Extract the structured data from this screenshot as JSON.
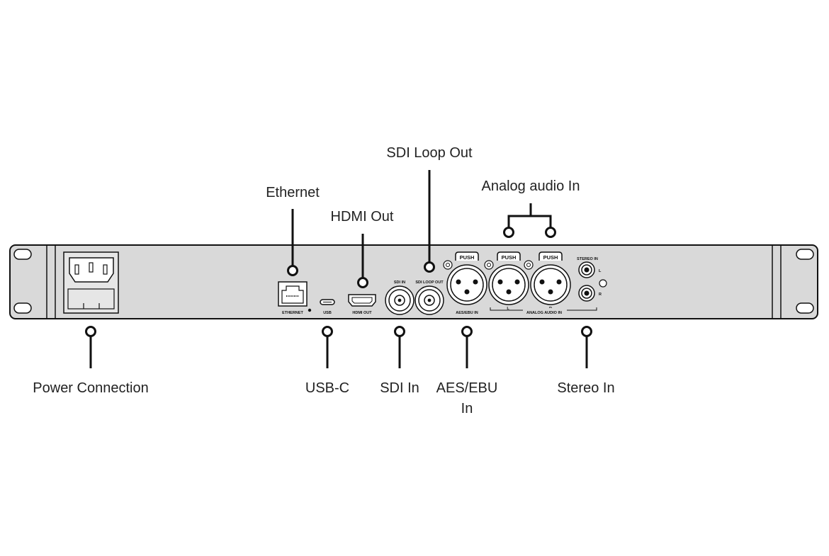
{
  "callouts": {
    "ethernet": "Ethernet",
    "hdmi_out": "HDMI Out",
    "sdi_loop_out": "SDI Loop Out",
    "analog_audio_in": "Analog audio In",
    "power_connection": "Power Connection",
    "usb_c": "USB-C",
    "sdi_in": "SDI In",
    "aes_ebu_in": "AES/EBU In",
    "stereo_in": "Stereo In"
  },
  "panel_labels": {
    "ethernet": "ETHERNET",
    "usb": "USB",
    "hdmi_out": "HDMI OUT",
    "sdi_in": "SDI IN",
    "sdi_loop_out": "SDI LOOP OUT",
    "aes_ebu_in": "AES/EBU IN",
    "analog_audio_in": "ANALOG AUDIO IN",
    "stereo_in": "STEREO IN",
    "xlr_left": "L",
    "xlr_right": "R",
    "rca_left": "L",
    "rca_right": "R",
    "push": "PUSH"
  },
  "colors": {
    "panel_fill": "#d9d9d9",
    "stroke": "#111111",
    "text": "#222222",
    "background": "#ffffff"
  }
}
